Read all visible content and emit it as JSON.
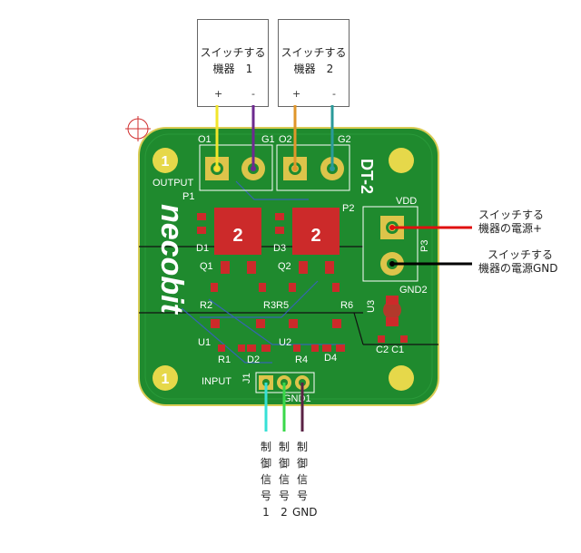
{
  "boxes": {
    "device1": {
      "line1": "スイッチする",
      "line2": "機器　1",
      "plus": "+",
      "minus": "-"
    },
    "device2": {
      "line1": "スイッチする",
      "line2": "機器　2",
      "plus": "+",
      "minus": "-"
    }
  },
  "right_labels": {
    "power_plus": {
      "line1": "スイッチする",
      "line2": "機器の電源+"
    },
    "power_gnd": {
      "line1": "スイッチする",
      "line2": "機器の電源GND"
    }
  },
  "bottom_labels": {
    "ctrl1": [
      "制",
      "御",
      "信",
      "号",
      "1"
    ],
    "ctrl2": [
      "制",
      "御",
      "信",
      "号",
      "2"
    ],
    "gnd": [
      "制",
      "御",
      "信",
      "号",
      "GND"
    ]
  },
  "silkscreen": {
    "o1": "O1",
    "g1": "G1",
    "o2": "O2",
    "g2": "G2",
    "output": "OUTPUT",
    "p1": "P1",
    "p2": "P2",
    "p3": "P3",
    "board_name": "DT-2",
    "vdd": "VDD",
    "gnd2": "GND2",
    "brand": "necobit",
    "d1": "D1",
    "d3": "D3",
    "q1": "Q1",
    "q2": "Q2",
    "r2": "R2",
    "r3r5": "R3R5",
    "r6": "R6",
    "u3": "U3",
    "u1": "U1",
    "u2": "U2",
    "c2c1": "C2 C1",
    "r1": "R1",
    "d2": "D2",
    "r4": "R4",
    "d4": "D4",
    "input": "INPUT",
    "j1": "J1",
    "gnd1": "GND1",
    "mount_hole": "1",
    "mosfet_value": "2"
  },
  "colors": {
    "board": "#1f8a2e",
    "board_edge": "#d9cc55",
    "copper": "#ddc44a",
    "pad_red": "#cc2a2a",
    "wire_yellow": "#f2e62a",
    "wire_purple": "#6d2a8f",
    "wire_orange": "#e0962a",
    "wire_teal": "#2a9a9a",
    "wire_red": "#e01010",
    "wire_black": "#000000",
    "wire_cyan": "#36e0d6",
    "wire_green": "#3ad84a",
    "wire_brown": "#5a2244"
  }
}
